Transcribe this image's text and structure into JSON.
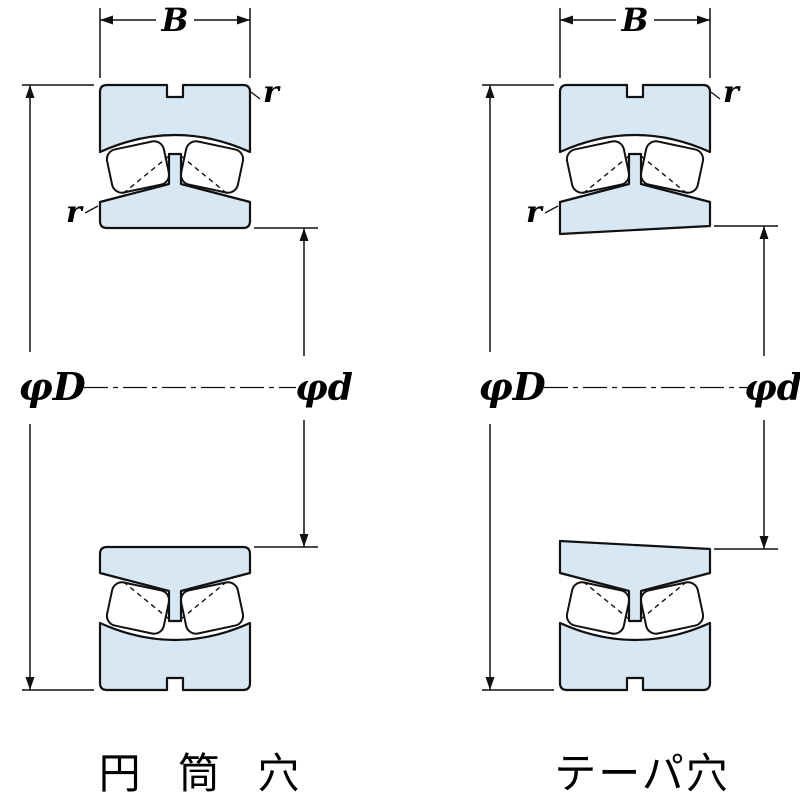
{
  "figure": {
    "labels": {
      "width": "B",
      "outer_diameter": "φD",
      "bore_diameter": "φd",
      "chamfer_radius": "r"
    },
    "captions": {
      "left": "円 筒 穴",
      "right": "テーパ穴"
    },
    "colors": {
      "ring_fill": "#d7e8f4",
      "line": "#111111"
    }
  }
}
